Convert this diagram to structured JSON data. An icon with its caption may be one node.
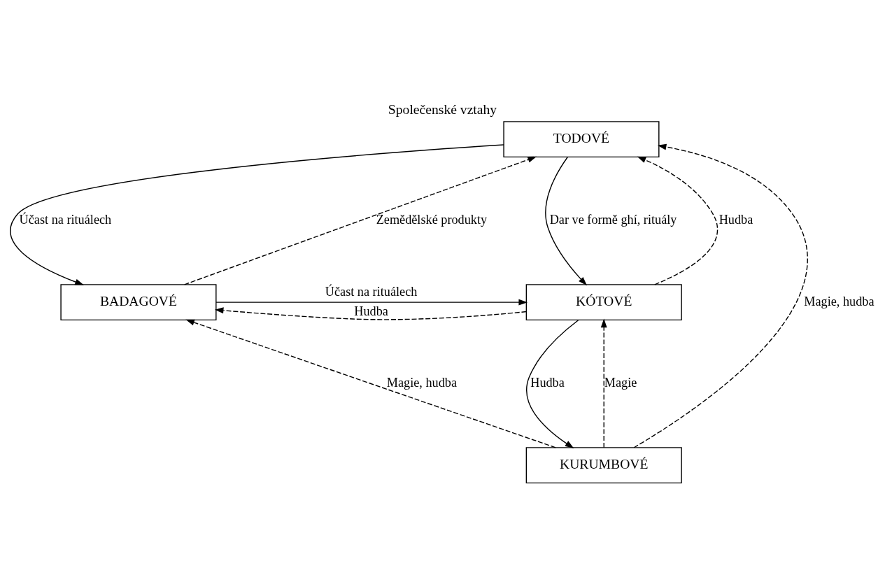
{
  "diagram": {
    "title": "Společenské vztahy",
    "nodes": [
      {
        "text": [
          "TODOVÉ"
        ]
      },
      {
        "text": [
          "BADAGOVÉ"
        ]
      },
      {
        "text": [
          "KÓTOVÉ"
        ]
      },
      {
        "text": [
          "KURUMBOVÉ"
        ]
      }
    ],
    "edges": [
      {
        "from": 0,
        "to": 1,
        "arrow": "to",
        "label": "Účast na rituálech"
      },
      {
        "from": 1,
        "to": 0,
        "arrow": "to",
        "style": "dashed",
        "label": "Zemědělské produkty"
      },
      {
        "from": 0,
        "to": 2,
        "arrow": "to",
        "label": "Dar ve formě ghí, rituály"
      },
      {
        "from": 2,
        "to": 0,
        "arrow": "to",
        "style": "dashed",
        "label": "Hudba"
      },
      {
        "from": 1,
        "to": 2,
        "arrow": "to",
        "label": "Účast na rituálech"
      },
      {
        "from": 2,
        "to": 1,
        "arrow": "to",
        "style": "dashed",
        "label": "Hudba"
      },
      {
        "from": 3,
        "to": 1,
        "arrow": "to",
        "style": "dashed",
        "label": "Magie, hudba"
      },
      {
        "from": 3,
        "to": 0,
        "arrow": "to",
        "style": "dashed",
        "label": "Magie, hudba"
      },
      {
        "from": 3,
        "to": 2,
        "arrow": "to",
        "style": "dashed",
        "label": "Magie"
      },
      {
        "from": 2,
        "to": 3,
        "arrow": "to",
        "label": "Hudba"
      }
    ]
  }
}
